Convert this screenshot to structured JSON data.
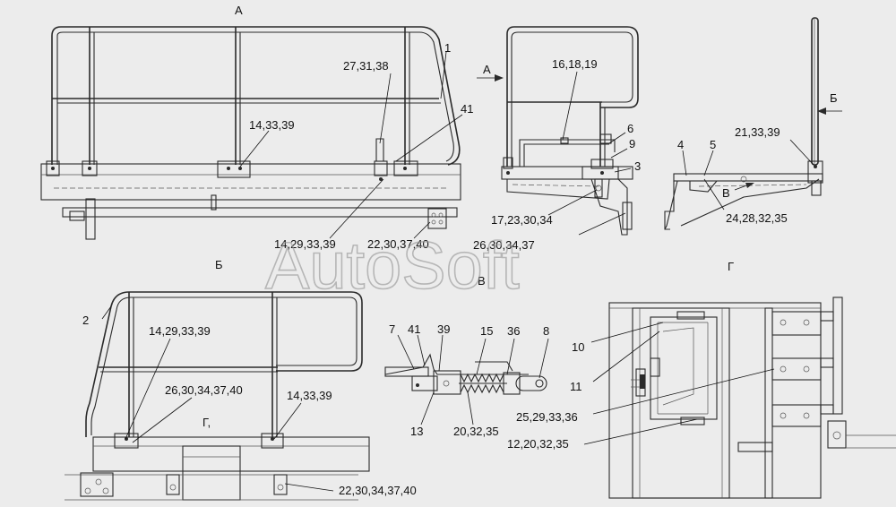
{
  "watermark": "AutoSoft",
  "views": {
    "A": "А",
    "B": "Б",
    "V": "В",
    "G": "Г",
    "G1": "Г,"
  },
  "arrows": {
    "A": "А",
    "B": "Б",
    "V": "В"
  },
  "callouts": {
    "c1": "1",
    "c27_31_38": "27,31,38",
    "c41_top": "41",
    "c14_33_39_top": "14,33,39",
    "c14_29_33_39_top": "14,29,33,39",
    "c22_30_37_40_top": "22,30,37,40",
    "c16_18_19": "16,18,19",
    "c6": "6",
    "c9": "9",
    "c3": "3",
    "c17_23_30_34": "17,23,30,34",
    "c26_30_34_37_top": "26,30,34,37",
    "c21_33_39": "21,33,39",
    "c4": "4",
    "c5": "5",
    "c24_28_32_35": "24,28,32,35",
    "c2": "2",
    "c14_29_33_39_b": "14,29,33,39",
    "c26_30_34_37_40": "26,30,34,37,40",
    "c14_33_39_b": "14,33,39",
    "c22_30_34_37_40": "22,30,34,37,40",
    "c7": "7",
    "c41_v": "41",
    "c39": "39",
    "c15": "15",
    "c36": "36",
    "c8": "8",
    "c13": "13",
    "c20_32_35": "20,32,35",
    "c10": "10",
    "c11": "11",
    "c25_29_33_36": "25,29,33,36",
    "c12_20_32_35": "12,20,32,35"
  }
}
